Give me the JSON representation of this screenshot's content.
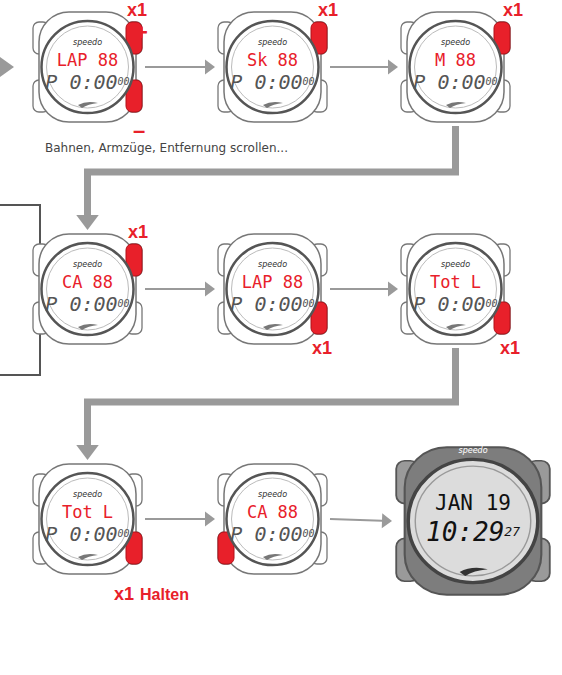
{
  "diagram": {
    "nodes": [
      {
        "text": [
          "speedo",
          "LAP 88",
          "P 0:00",
          "00"
        ]
      },
      {
        "text": [
          "speedo",
          "Sk 88",
          "P 0:00",
          "00"
        ]
      },
      {
        "text": [
          "speedo",
          "M 88",
          "P 0:00",
          "00"
        ]
      },
      {
        "text": [
          "speedo",
          "CA 88",
          "P 0:00",
          "00"
        ]
      },
      {
        "text": [
          "speedo",
          "LAP 88",
          "P 0:00",
          "00"
        ]
      },
      {
        "text": [
          "speedo",
          "Tot L",
          "P 0:00",
          "00"
        ]
      },
      {
        "text": [
          "speedo",
          "Tot L",
          "P 0:00",
          "00"
        ]
      },
      {
        "text": [
          "speedo",
          "CA 88",
          "P 0:00",
          "00"
        ]
      },
      {
        "text": [
          "speedo",
          "JAN 19",
          "10:29",
          "27"
        ]
      }
    ],
    "edges": [
      {
        "from": 0,
        "to": 1,
        "arrow": "to"
      },
      {
        "from": 1,
        "to": 2,
        "arrow": "to"
      },
      {
        "from": 2,
        "to": 3,
        "arrow": "to"
      },
      {
        "from": 3,
        "to": 4,
        "arrow": "to"
      },
      {
        "from": 4,
        "to": 5,
        "arrow": "to"
      },
      {
        "from": 5,
        "to": 6,
        "arrow": "to"
      },
      {
        "from": 6,
        "to": 7,
        "arrow": "to"
      },
      {
        "from": 7,
        "to": 8,
        "arrow": "to"
      }
    ],
    "labels": [
      "x1",
      "+",
      "–",
      "Bahnen, Armzüge, Entfernung scrollen...",
      "x1",
      "x1",
      "x1",
      "x1",
      "x1",
      "x1",
      "Halten"
    ]
  }
}
